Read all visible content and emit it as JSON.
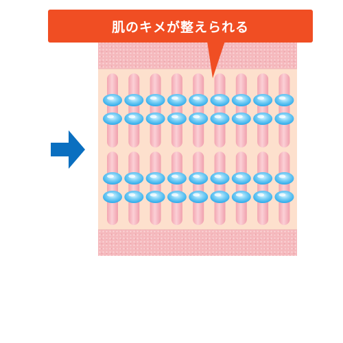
{
  "callout": {
    "text": "肌のキメが整えられる",
    "color": "#f04e23"
  },
  "arrow": {
    "icon": "arrow-right-icon",
    "color": "#0a6fc0"
  },
  "diagram": {
    "layers": [
      "skin-surface",
      "lipid-layer",
      "lower-layer"
    ],
    "colors": {
      "surface": "#f5b9bd",
      "lipid_bg": "#fde0cd",
      "lipid_pill": "#f7b4bd",
      "ceramide_head": "#3fb8ef"
    }
  }
}
